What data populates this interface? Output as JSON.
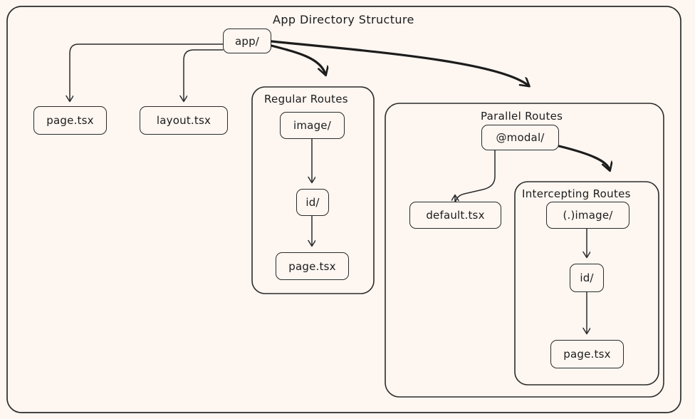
{
  "diagram": {
    "title": "App Directory Structure",
    "background_color": "#fdf6f1",
    "stroke_color": "#2b2b2b",
    "text_color": "#1c1c1c",
    "type": "flowchart",
    "direction": "top-down"
  },
  "nodes": {
    "app": "app/",
    "page_root": "page.tsx",
    "layout_root": "layout.tsx",
    "image_regular": "image/",
    "id_regular": "id/",
    "page_regular": "page.tsx",
    "modal": "@modal/",
    "default_tsx": "default.tsx",
    "image_intercept": "(.)image/",
    "id_intercept": "id/",
    "page_intercept": "page.tsx"
  },
  "clusters": {
    "regular_routes": "Regular Routes",
    "parallel_routes": "Parallel Routes",
    "intercepting_routes": "Intercepting Routes"
  },
  "edges": [
    {
      "from": "app/",
      "to": "page.tsx",
      "style": "thin-arrow"
    },
    {
      "from": "app/",
      "to": "layout.tsx",
      "style": "thin-arrow"
    },
    {
      "from": "app/",
      "to": "Regular Routes",
      "style": "thick-arrow"
    },
    {
      "from": "app/",
      "to": "Parallel Routes",
      "style": "thick-arrow"
    },
    {
      "from": "image/",
      "to": "id/",
      "style": "thin-arrow"
    },
    {
      "from": "id/",
      "to": "page.tsx",
      "style": "thin-arrow"
    },
    {
      "from": "@modal/",
      "to": "default.tsx",
      "style": "thin-arrow"
    },
    {
      "from": "@modal/",
      "to": "Intercepting Routes",
      "style": "thick-arrow"
    },
    {
      "from": "(.)image/",
      "to": "id/",
      "style": "thin-arrow"
    },
    {
      "from": "id/",
      "to": "page.tsx",
      "style": "thin-arrow"
    }
  ]
}
